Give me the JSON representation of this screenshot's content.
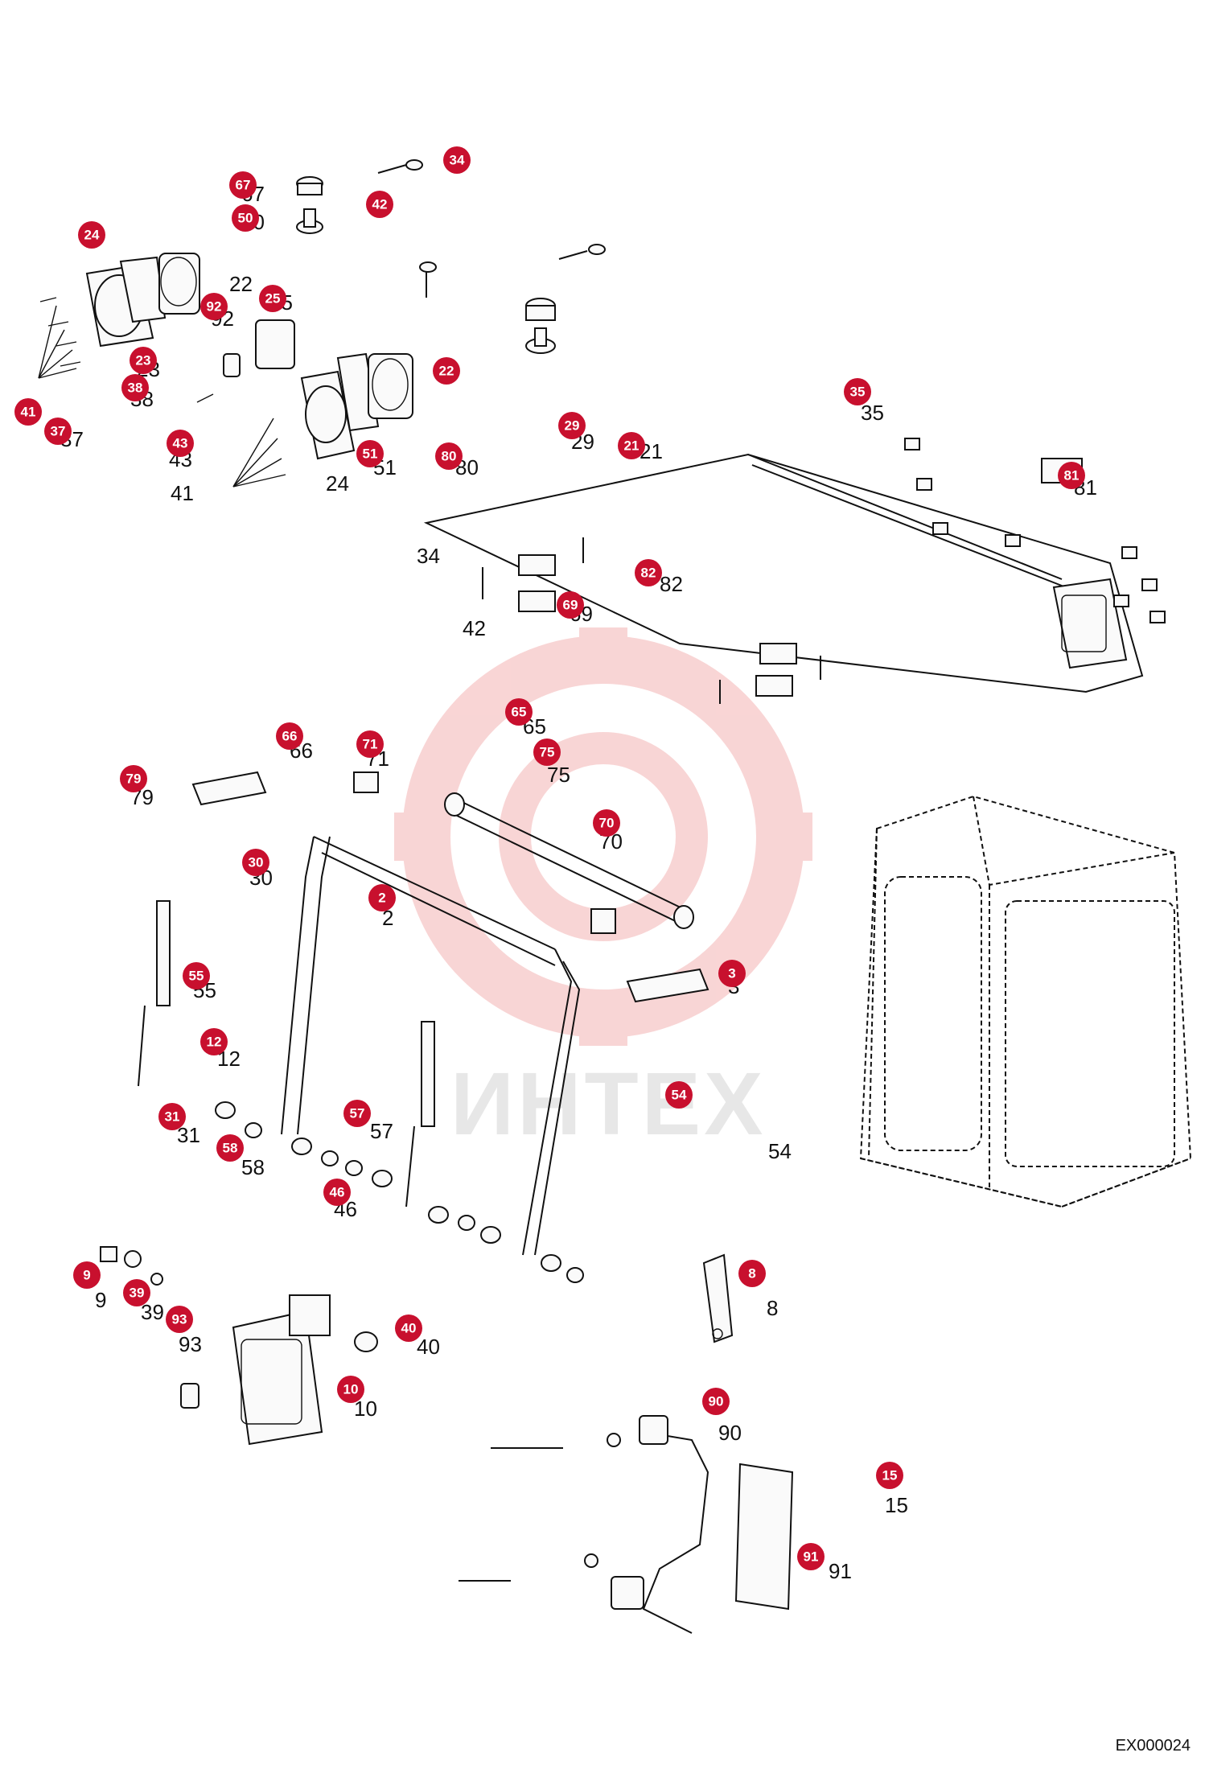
{
  "drawing_code": "EX000024",
  "watermark": {
    "text": "ИНТЕХ",
    "color": "#f4b3b3"
  },
  "colors": {
    "callout": "#c8102e",
    "line": "#111111"
  },
  "callouts": [
    "24",
    "67",
    "50",
    "42",
    "34",
    "22",
    "25",
    "92",
    "23",
    "38",
    "41",
    "37",
    "43",
    "51",
    "80",
    "29",
    "21",
    "35",
    "81",
    "82",
    "69",
    "65",
    "66",
    "71",
    "75",
    "79",
    "70",
    "30",
    "2",
    "3",
    "55",
    "12",
    "31",
    "58",
    "57",
    "46",
    "54",
    "8",
    "9",
    "39",
    "93",
    "40",
    "10",
    "90",
    "15",
    "91"
  ],
  "labels": [
    "22",
    "92",
    "23",
    "38",
    "41",
    "24",
    "51",
    "80",
    "29",
    "34",
    "42",
    "82",
    "69",
    "65",
    "66",
    "71",
    "75",
    "79",
    "70",
    "30",
    "2",
    "3",
    "55",
    "12",
    "31",
    "58",
    "57",
    "46",
    "54",
    "8",
    "9",
    "39",
    "93",
    "40",
    "10",
    "90",
    "15",
    "91",
    "67",
    "50",
    "35",
    "81",
    "21",
    "25",
    "37",
    "43"
  ]
}
